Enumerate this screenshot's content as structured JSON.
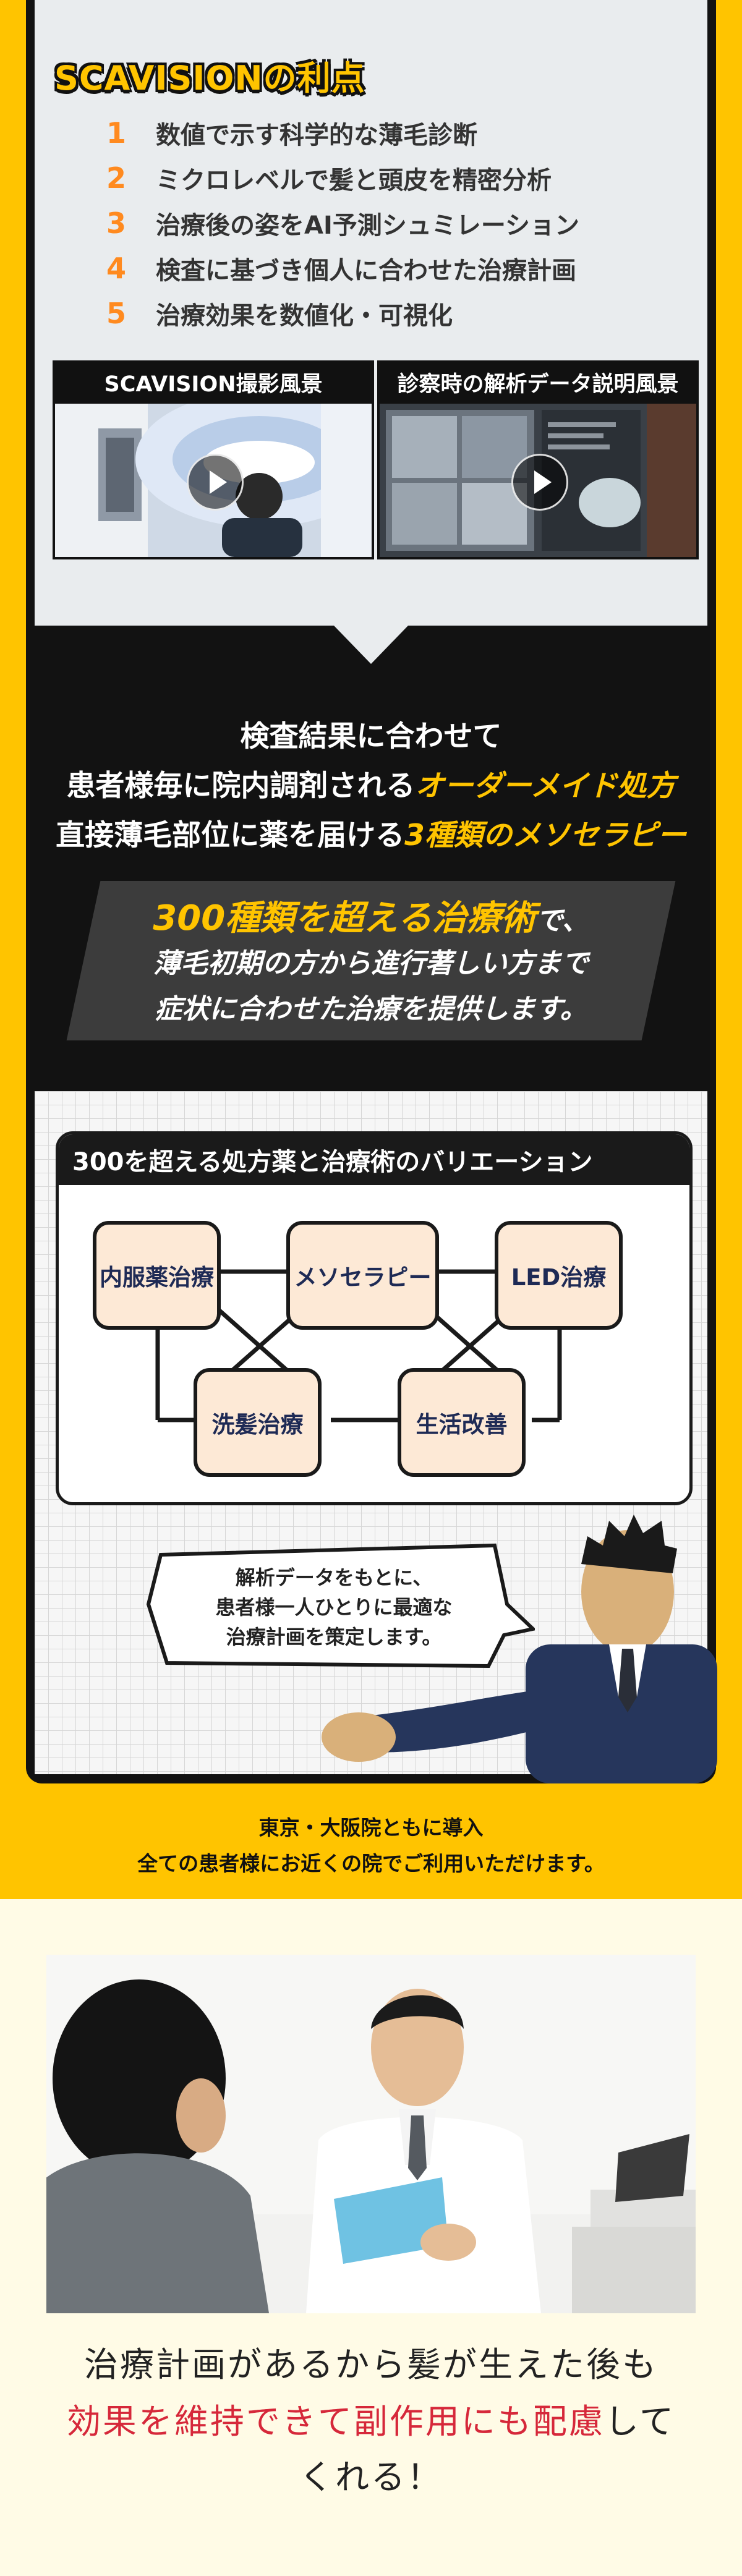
{
  "advantages": {
    "title": "SCAVISIONの利点",
    "items": [
      {
        "num": "1",
        "text": "数値で示す科学的な薄毛診断"
      },
      {
        "num": "2",
        "text": "ミクロレベルで髪と頭皮を精密分析"
      },
      {
        "num": "3",
        "text": "治療後の姿をAI予測シュミレーション"
      },
      {
        "num": "4",
        "text": "検査に基づき個人に合わせた治療計画"
      },
      {
        "num": "5",
        "text": "治療効果を数値化・可視化"
      }
    ],
    "videos": [
      {
        "label": "SCAVISION撮影風景"
      },
      {
        "label": "診察時の解析データ説明風景"
      }
    ]
  },
  "summary": {
    "line1": "検査結果に合わせて",
    "line2_pre": "患者様毎に院内調剤される",
    "line2_hl": "オーダーメイド処方",
    "line3_pre": "直接薄毛部位に薬を届ける",
    "line3_hl": "3種類のメソセラピー"
  },
  "treatments": {
    "line1_hl": "300種類を超える治療術",
    "line1_rest": "で、",
    "line2": "薄毛初期の方から進行著しい方まで",
    "line3": "症状に合わせた治療を提供します。"
  },
  "variation": {
    "title": "300を超える処方薬と治療術のバリエーション",
    "nodes": [
      "内服薬治療",
      "メソセラピー",
      "LED治療",
      "洗髪治療",
      "生活改善"
    ]
  },
  "bubble": {
    "line1": "解析データをもとに、",
    "line2": "患者様一人ひとりに最適な",
    "line3": "治療計画を策定します。"
  },
  "footer_note": {
    "line1": "東京・大阪院ともに導入",
    "line2": "全ての患者様にお近くの院でご利用いただけます。"
  },
  "closing": {
    "line1": "治療計画があるから髪が生えた後も",
    "line2_red": "効果を維持できて副作用にも配慮",
    "line2_rest": "して",
    "line3": "くれる！"
  },
  "colors": {
    "accent_yellow": "#ffc400",
    "number_orange": "#ff8a1f",
    "panel_black": "#121212",
    "node_fill": "#fde9d6",
    "highlight_red": "#d6283a"
  }
}
